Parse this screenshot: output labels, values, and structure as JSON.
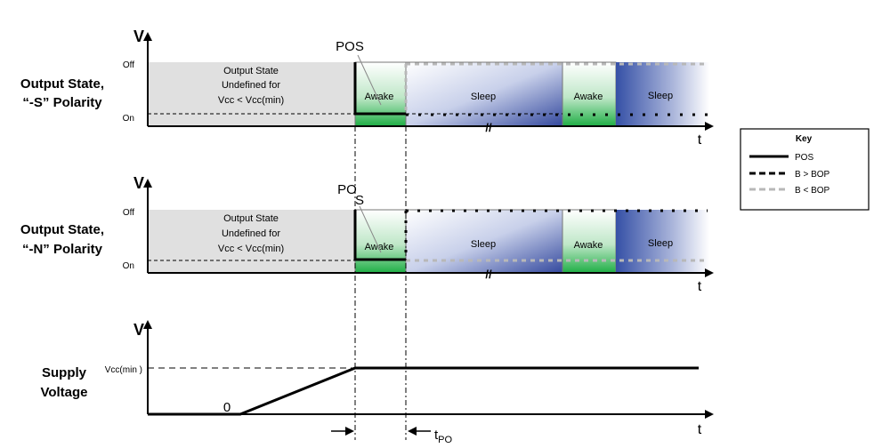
{
  "axis": {
    "v": "V",
    "t": "t"
  },
  "rows": [
    {
      "label_line1": "Output State,",
      "label_line2": "“-S” Polarity",
      "off": "Off",
      "on": "On",
      "undefined_line1": "Output  State",
      "undefined_line2": "Undefined  for",
      "undefined_line3": "Vcc < Vcc(min)",
      "pos_text": "POS",
      "phases": [
        "Awake",
        "Sleep",
        "Awake",
        "Sleep"
      ]
    },
    {
      "label_line1": "Output State,",
      "label_line2": "“-N” Polarity",
      "off": "Off",
      "on": "On",
      "undefined_line1": "Output  State",
      "undefined_line2": "Undefined  for",
      "undefined_line3": "Vcc < Vcc(min)",
      "pos_text_a": "PO",
      "pos_text_b": "S",
      "phases": [
        "Awake",
        "Sleep",
        "Awake",
        "Sleep"
      ]
    }
  ],
  "supply": {
    "label_line1": "Supply",
    "label_line2": "Voltage",
    "vccmin": "Vcc(min )",
    "zero": "0"
  },
  "markers": {
    "tpo": "tPO",
    "break": "//"
  },
  "key": {
    "title": "Key",
    "items": [
      "POS",
      "B > BOP",
      "B < BOP"
    ]
  },
  "colors": {
    "undefined_fill": "#e0e0e0",
    "awake": "#22b04b",
    "sleep": "#3b55a8",
    "dotted_light": "#b8b8b8"
  }
}
